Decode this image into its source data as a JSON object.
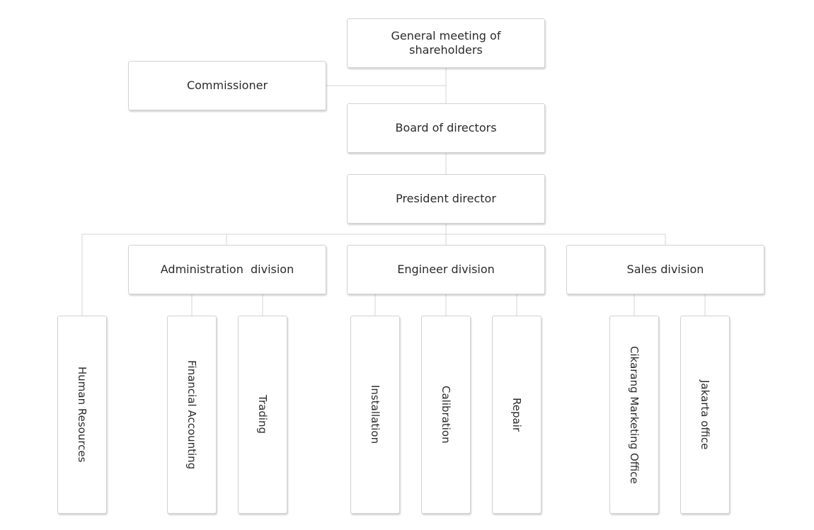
{
  "org_chart": {
    "general_meeting": "General meeting of shareholders",
    "commissioner": "Commissioner",
    "board_of_directors": "Board of directors",
    "president_director": "President director",
    "divisions": {
      "administration": "Administration  division",
      "engineer": "Engineer division",
      "sales": "Sales division"
    },
    "units": {
      "human_resources": "Human Resources",
      "financial_accounting": "Financial Accounting",
      "trading": "Trading",
      "installation": "Installation",
      "calibration": "Calibration",
      "repair": "Repair",
      "cikarang_marketing_office": "Cikarang Marketing Office",
      "jakarta_office": "Jakarta office"
    }
  },
  "colors": {
    "box_border": "#d2d2d2",
    "connector": "#d6d6d6",
    "text": "#2b2b2b"
  }
}
